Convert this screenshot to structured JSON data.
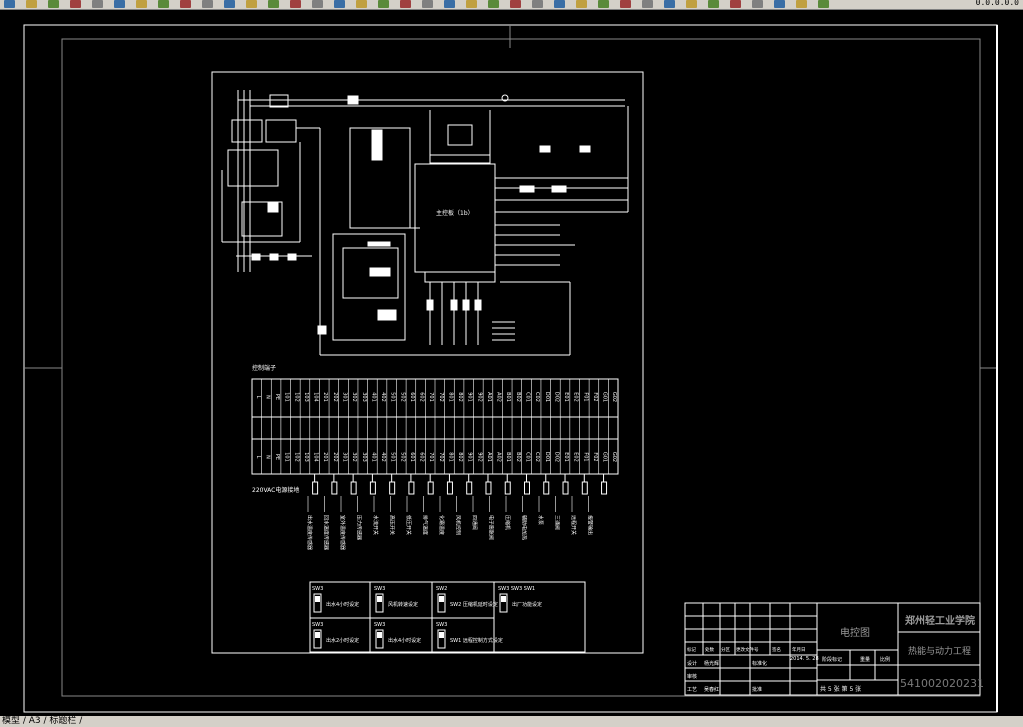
{
  "toolbar": {
    "zoom_label": "0.0.0.0.0"
  },
  "layout_tabs": "模型 / A3 / 标题栏 /",
  "title_block": {
    "drawing_title": "电控图",
    "school": "郑州轻工业学院",
    "major": "热能与动力工程",
    "drawing_number": "541002020231",
    "sheet_info": "共 5 张 第 5 张",
    "date": "2014. 5. 28",
    "row_labels": [
      "标记",
      "处数",
      "分区",
      "更改文件号",
      "签名",
      "年月日"
    ],
    "design_label": "设计",
    "designer": "杨光辉",
    "standard_label": "标准化",
    "check_label": "审核",
    "checker": "吴春红",
    "craft_label": "工艺",
    "approve_label": "批准",
    "stage_label": "阶段标记",
    "weight_label": "重量",
    "scale_label": "比例"
  },
  "schematic": {
    "main_board_label": "主控板（1b）",
    "terminal_header": "控制端子",
    "power_label": "220VAC电源接地",
    "terminal_codes": [
      "L",
      "N",
      "PE",
      "101",
      "102",
      "103",
      "104",
      "201",
      "202",
      "301",
      "302",
      "303",
      "401",
      "402",
      "501",
      "502",
      "601",
      "602",
      "701",
      "702",
      "801",
      "802",
      "901",
      "902",
      "A01",
      "A02",
      "B01",
      "B02",
      "C01",
      "C02",
      "D01",
      "D02",
      "E01",
      "E02",
      "F01",
      "F02",
      "G01",
      "G02"
    ],
    "terminal_notes": [
      "出水温度传感器",
      "回水温度传感器",
      "室外温度传感器",
      "压力传感器",
      "水流开关",
      "高压开关",
      "低压开关",
      "排气温度",
      "化霜温度",
      "风机控制",
      "四通阀",
      "电子膨胀阀",
      "压缩机",
      "辅助电加热",
      "水泵",
      "三通阀",
      "远程开关",
      "报警输出"
    ],
    "switches": [
      {
        "code": "SW3",
        "desc": "出水4小时设定"
      },
      {
        "code": "SW3",
        "desc": "风机转速设定"
      },
      {
        "code": "SW2",
        "desc": "SW2 压缩机延时设定"
      },
      {
        "code": "SW3  SW3  SW1",
        "desc": "出厂功能设定"
      },
      {
        "code": "SW3",
        "desc": "出水2小时设定"
      },
      {
        "code": "SW3",
        "desc": "出水4小时设定"
      },
      {
        "code": "SW3",
        "desc": "SW1 远程控制方式设定"
      }
    ]
  },
  "colors": {
    "background": "#000000",
    "lines": "#ffffff",
    "ui_gray": "#d4d0c8",
    "title_dim": "#9a9a9a",
    "drawing_number": "#7a7a7a"
  }
}
